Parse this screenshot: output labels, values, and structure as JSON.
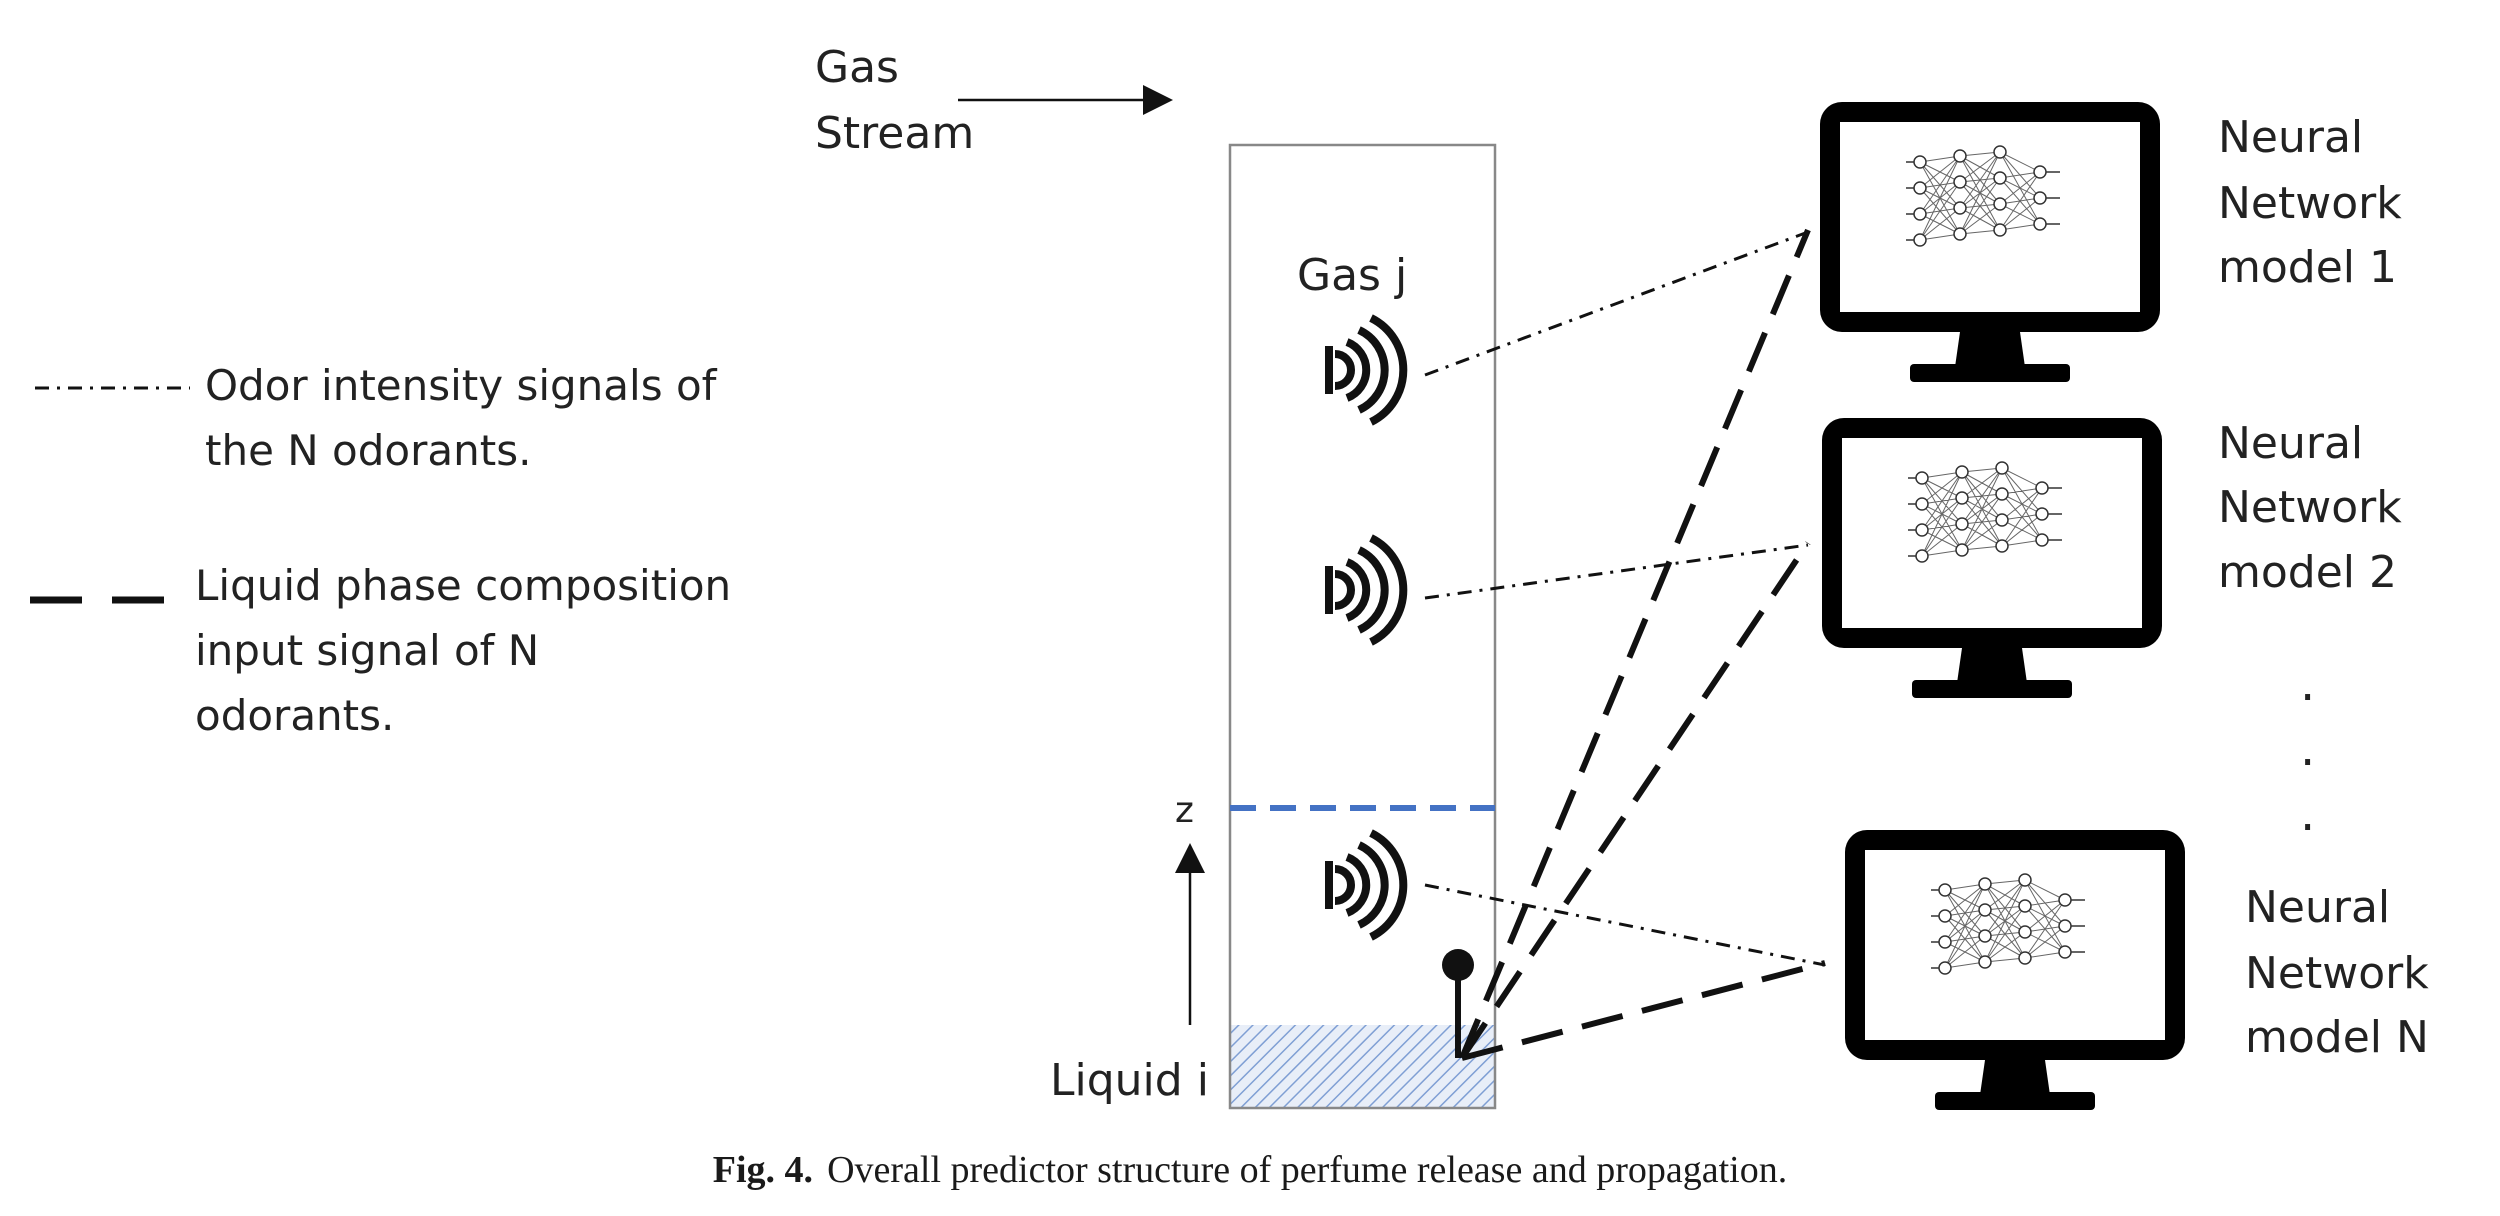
{
  "diagram": {
    "gas_stream_label_line1": "Gas",
    "gas_stream_label_line2": "Stream",
    "gas_label": "Gas j",
    "liquid_label": "Liquid i",
    "z_axis_label": "z",
    "legend": {
      "dashdot_line1": "Odor intensity signals of",
      "dashdot_line2": "the N odorants.",
      "dashed_line1": "Liquid phase composition",
      "dashed_line2": "input signal of N",
      "dashed_line3": "odorants."
    },
    "models": [
      {
        "line1": "Neural",
        "line2": "Network",
        "line3": "model 1"
      },
      {
        "line1": "Neural",
        "line2": "Network",
        "line3": "model 2"
      },
      {
        "line1": "Neural",
        "line2": "Network",
        "line3": "model N"
      }
    ],
    "ellipsis_dots": ".",
    "interface_line_color": "#4472C4",
    "liquid_fill_color": "#9DB8E0",
    "icons": [
      "gas-sensor-icon",
      "liquid-probe-icon",
      "computer-monitor-icon",
      "neural-network-icon"
    ]
  },
  "caption": {
    "label": "Fig. 4.",
    "text": "Overall predictor structure of perfume release and propagation."
  }
}
